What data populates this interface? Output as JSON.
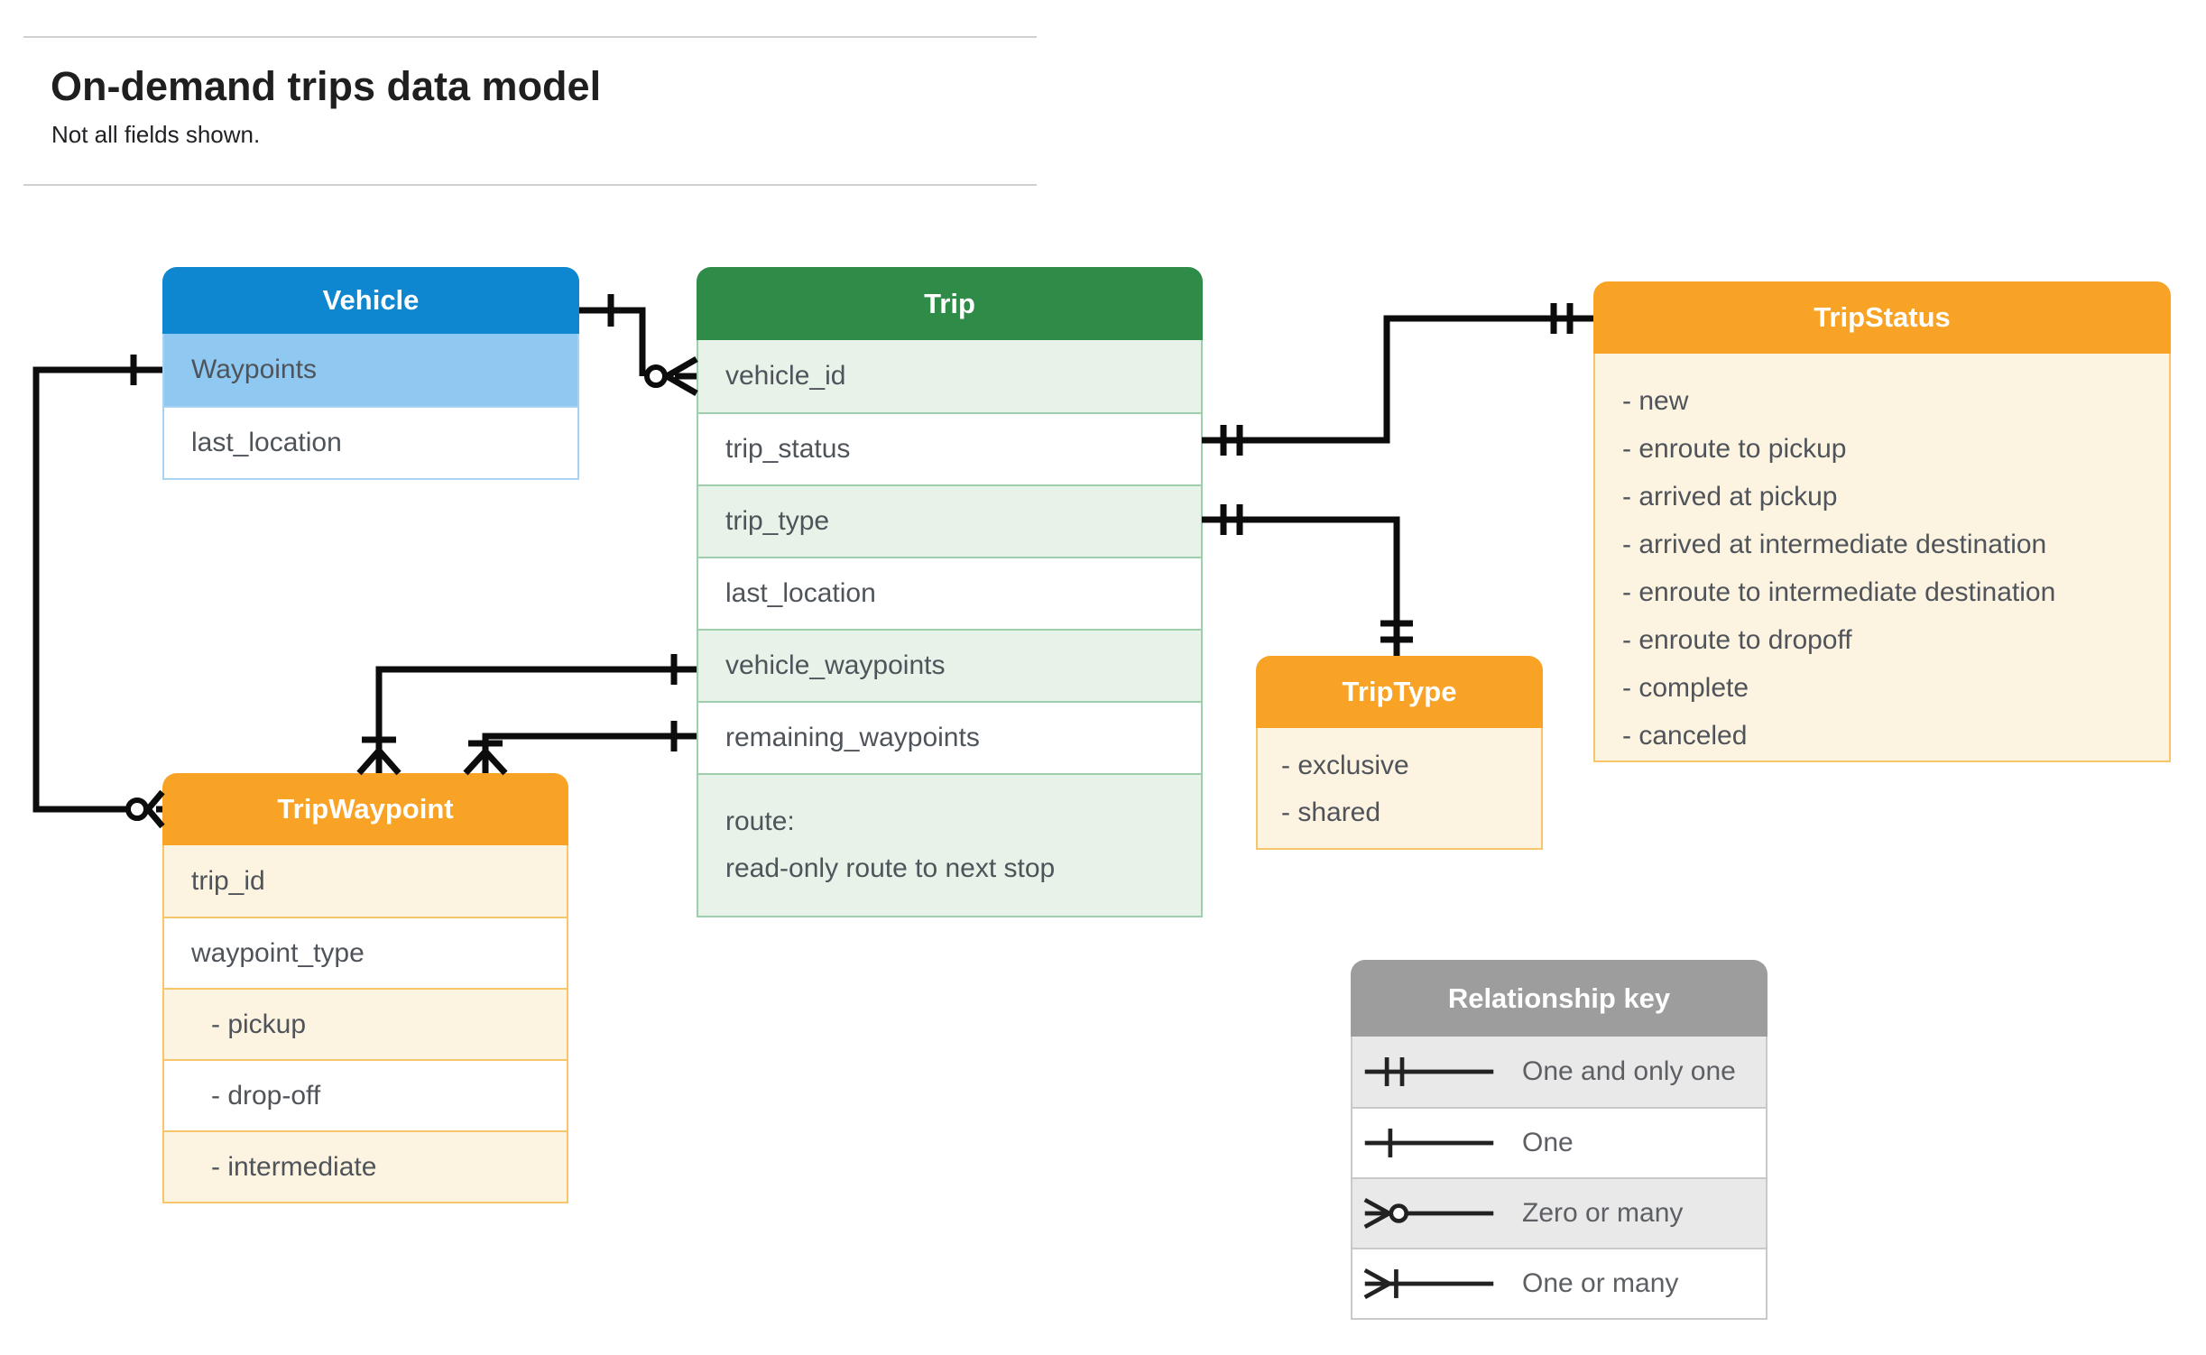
{
  "page": {
    "title": "On-demand trips data model",
    "subtitle": "Not all fields shown."
  },
  "entities": {
    "vehicle": {
      "title": "Vehicle",
      "fields": [
        {
          "label": "Waypoints"
        },
        {
          "label": "last_location"
        }
      ]
    },
    "trip": {
      "title": "Trip",
      "fields": [
        {
          "label": "vehicle_id"
        },
        {
          "label": "trip_status"
        },
        {
          "label": "trip_type"
        },
        {
          "label": "last_location"
        },
        {
          "label": "vehicle_waypoints"
        },
        {
          "label": "remaining_waypoints"
        },
        {
          "label": "route:",
          "label2": "read-only route to next stop"
        }
      ]
    },
    "trip_status": {
      "title": "TripStatus",
      "values": [
        "- new",
        "- enroute to pickup",
        "- arrived at pickup",
        "- arrived at intermediate destination",
        "- enroute to intermediate destination",
        "- enroute to dropoff",
        "- complete",
        "- canceled"
      ]
    },
    "trip_type": {
      "title": "TripType",
      "values": [
        "- exclusive",
        "- shared"
      ]
    },
    "trip_waypoint": {
      "title": "TripWaypoint",
      "fields": [
        {
          "label": "trip_id"
        },
        {
          "label": "waypoint_type"
        },
        {
          "label": "- pickup"
        },
        {
          "label": "- drop-off"
        },
        {
          "label": "- intermediate"
        }
      ]
    }
  },
  "legend": {
    "title": "Relationship key",
    "rows": [
      {
        "symbol": "one-and-only-one",
        "label": "One and only one"
      },
      {
        "symbol": "one",
        "label": "One"
      },
      {
        "symbol": "zero-or-many",
        "label": "Zero or many"
      },
      {
        "symbol": "one-or-many",
        "label": "One or many"
      }
    ]
  },
  "colors": {
    "blue": "#0e86d0",
    "blue-light": "#8fc9f1",
    "green": "#2e8c48",
    "green-light": "#e7f2e9",
    "orange": "#f9a326",
    "cream": "#fdf3e1",
    "gray": "#9d9d9d",
    "gray-light": "#e9e9e9",
    "line": "#0c0c0c",
    "text": "#4f545a"
  }
}
